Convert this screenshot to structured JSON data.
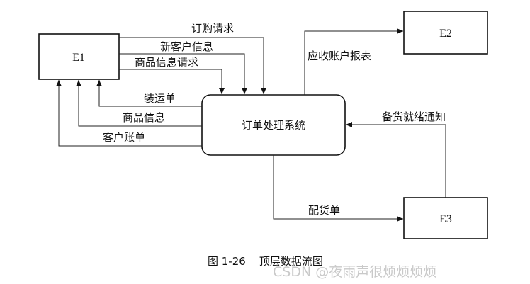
{
  "entities": {
    "e1": "E1",
    "e2": "E2",
    "e3": "E3"
  },
  "process": "订单处理系统",
  "flows": {
    "order_request": "订购请求",
    "new_customer_info": "新客户信息",
    "product_info_request": "商品信息请求",
    "shipping_note": "装运单",
    "product_info": "商品信息",
    "customer_bill": "客户账单",
    "receivables_report": "应收账户报表",
    "stock_ready_notice": "备货就绪通知",
    "dispatch_note": "配货单"
  },
  "caption": "图 1-26    顶层数据流图",
  "watermark": "CSDN @夜雨声很烦烦烦烦"
}
